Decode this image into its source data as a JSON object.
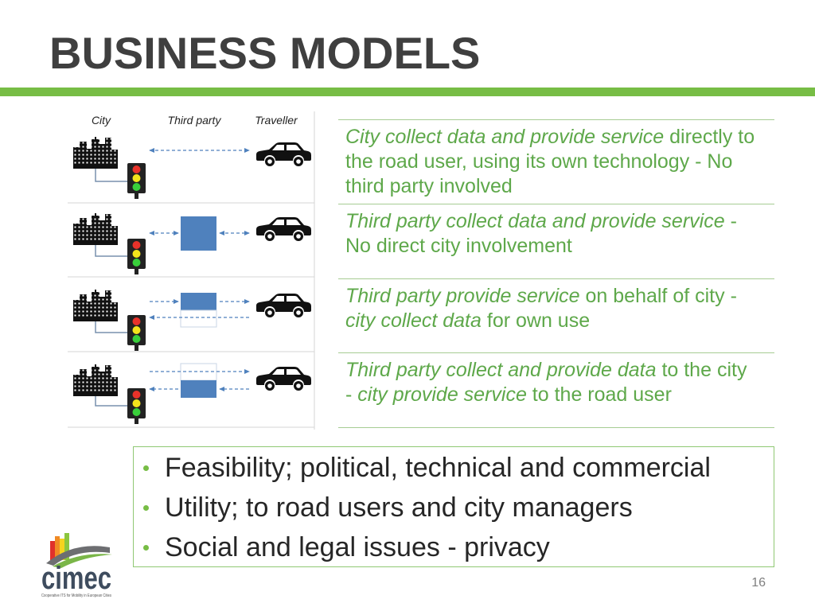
{
  "slide": {
    "title": "BUSINESS MODELS",
    "page_number": "16"
  },
  "theme": {
    "accent_green": "#77bd45",
    "text_green": "#5ea84a",
    "title_gray": "#3f3f3f",
    "third_party_blue": "#4f81bd"
  },
  "diagram": {
    "column_headers": {
      "city": "City",
      "third_party": "Third party",
      "traveller": "Traveller"
    },
    "icons": {
      "city": "city-buildings-icon",
      "signal": "traffic-light-icon",
      "traveller": "car-icon",
      "third_party": "third-party-box"
    }
  },
  "models": [
    {
      "lines": [
        [
          {
            "text": "City collect data and provide service",
            "italic": true
          },
          {
            "text": " directly to",
            "italic": false
          }
        ],
        [
          {
            "text": "the road user, using its own technology - No",
            "italic": false
          }
        ],
        [
          {
            "text": "third party involved",
            "italic": false
          }
        ]
      ]
    },
    {
      "lines": [
        [
          {
            "text": "Third party collect data and provide service",
            "italic": true
          },
          {
            "text": " -",
            "italic": false
          }
        ],
        [
          {
            "text": "No direct city involvement",
            "italic": false
          }
        ]
      ]
    },
    {
      "lines": [
        [
          {
            "text": "Third party provide service",
            "italic": true
          },
          {
            "text": " on behalf of city -",
            "italic": false
          }
        ],
        [
          {
            "text": "city collect data",
            "italic": true
          },
          {
            "text": " for own use",
            "italic": false
          }
        ]
      ]
    },
    {
      "lines": [
        [
          {
            "text": "Third party collect and provide data",
            "italic": true
          },
          {
            "text": " to the city",
            "italic": false
          }
        ],
        [
          {
            "text": "- ",
            "italic": false
          },
          {
            "text": "city provide service",
            "italic": true
          },
          {
            "text": " to the road user",
            "italic": false
          }
        ]
      ]
    }
  ],
  "considerations": [
    "Feasibility; political, technical and commercial",
    "Utility; to road users and city managers",
    "Social and legal issues - privacy"
  ],
  "logo": {
    "wordmark": "cimec",
    "tagline": "Cooperative ITS for Mobility in European Cities"
  }
}
